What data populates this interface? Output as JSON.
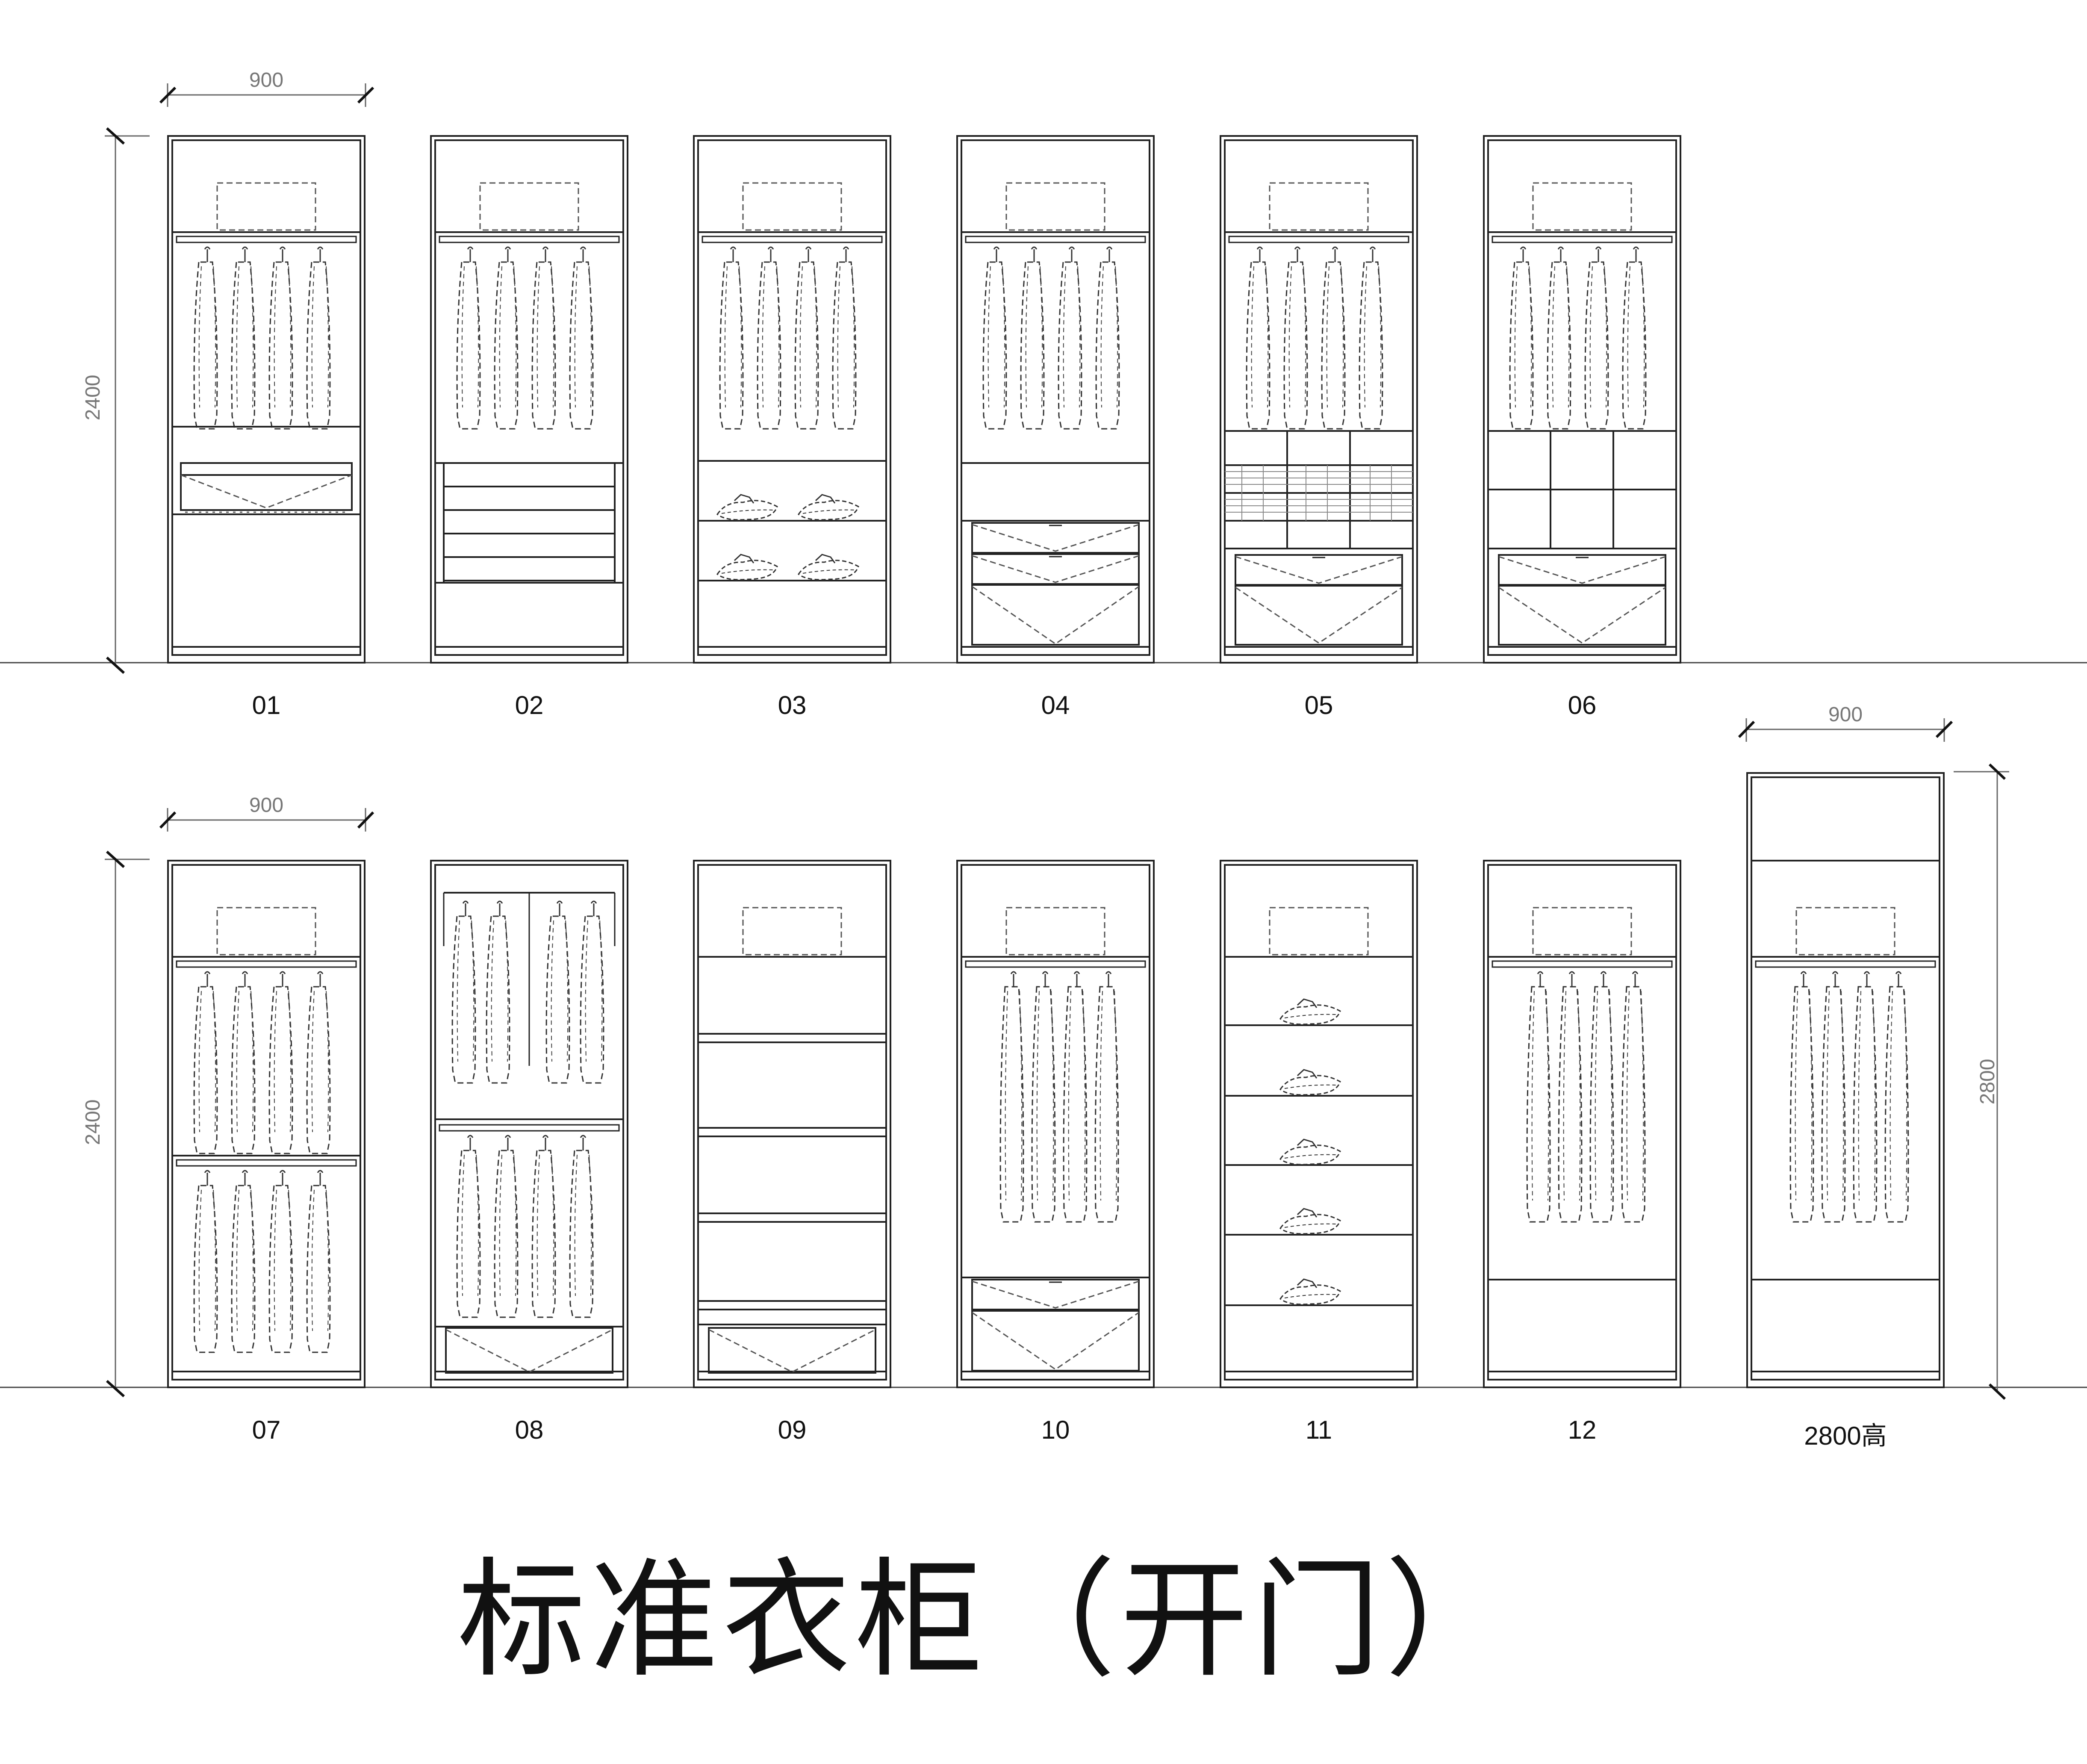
{
  "title": "标准衣柜（开门）",
  "dimensions": {
    "width_label": "900",
    "height_2400": "2400",
    "height_2800": "2800"
  },
  "cabinets": [
    {
      "id": "01",
      "label": "01",
      "layout": "hanging-top + pullout-basket + open-bottom"
    },
    {
      "id": "02",
      "label": "02",
      "layout": "hanging-top + pull-out trouser rack"
    },
    {
      "id": "03",
      "label": "03",
      "layout": "hanging-top + two shelves with folded clothes"
    },
    {
      "id": "04",
      "label": "04",
      "layout": "hanging-top + shelf + three drawers"
    },
    {
      "id": "05",
      "label": "05",
      "layout": "hanging-top + grid basket + two drawers"
    },
    {
      "id": "06",
      "label": "06",
      "layout": "hanging-top + open cubbies + two drawers"
    },
    {
      "id": "07",
      "label": "07",
      "layout": "double hanging"
    },
    {
      "id": "08",
      "label": "08",
      "layout": "pull-down rail + hanging + drawer"
    },
    {
      "id": "09",
      "label": "09",
      "layout": "multiple shelves + drawer"
    },
    {
      "id": "10",
      "label": "10",
      "layout": "long hanging + two drawers"
    },
    {
      "id": "11",
      "label": "11",
      "layout": "six shelves with folded clothes"
    },
    {
      "id": "12",
      "label": "12",
      "layout": "long hanging + bottom shelf"
    },
    {
      "id": "2800",
      "label": "2800高",
      "layout": "tall unit with top box + long hanging"
    }
  ],
  "colors": {
    "line": "#222222",
    "dashed": "#555555",
    "dim": "#888888",
    "background": "#ffffff"
  }
}
